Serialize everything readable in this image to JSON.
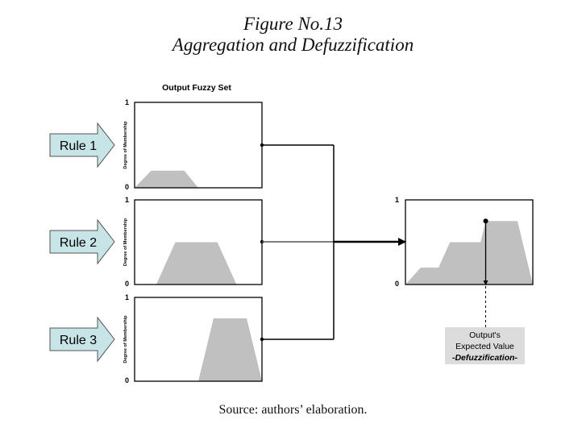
{
  "figure": {
    "title": "Figure No.13",
    "subtitle": "Aggregation and Defuzzification",
    "source": "Source: authors’ elaboration."
  },
  "panel_header": "Output Fuzzy Set",
  "colors": {
    "arrow_fill": "#c7e4e7",
    "set_fill": "#c0c0c0",
    "line": "#000000",
    "label_box_fill": "#dcdcdc"
  },
  "rules": [
    {
      "label": "Rule 1",
      "y_axis_label": "Degree of Membership",
      "y_max_label": "1",
      "y_min_label": "0",
      "set": {
        "base_start": 0.0,
        "top_start": 0.13,
        "top_end": 0.39,
        "base_end": 0.5,
        "height": 0.2
      }
    },
    {
      "label": "Rule 2",
      "y_axis_label": "Degree of Membership",
      "y_max_label": "1",
      "y_min_label": "0",
      "set": {
        "base_start": 0.17,
        "top_start": 0.32,
        "top_end": 0.65,
        "base_end": 0.8,
        "height": 0.5
      }
    },
    {
      "label": "Rule 3",
      "y_axis_label": "Degree of Membership",
      "y_max_label": "1",
      "y_min_label": "0",
      "set": {
        "base_start": 0.5,
        "top_start": 0.62,
        "top_end": 0.88,
        "base_end": 1.0,
        "height": 0.75
      }
    }
  ],
  "aggregate": {
    "y_max_label": "1",
    "y_min_label": "0",
    "shape": [
      [
        0.0,
        0.0
      ],
      [
        0.12,
        0.2
      ],
      [
        0.26,
        0.2
      ],
      [
        0.35,
        0.5
      ],
      [
        0.59,
        0.5
      ],
      [
        0.63,
        0.75
      ],
      [
        0.88,
        0.75
      ],
      [
        1.0,
        0.0
      ]
    ],
    "defuzzified_x": 0.63,
    "defuzzified_membership": 0.75
  },
  "result_label": {
    "line1": "Output's",
    "line2": "Expected Value",
    "line3": "-Defuzzification-"
  }
}
